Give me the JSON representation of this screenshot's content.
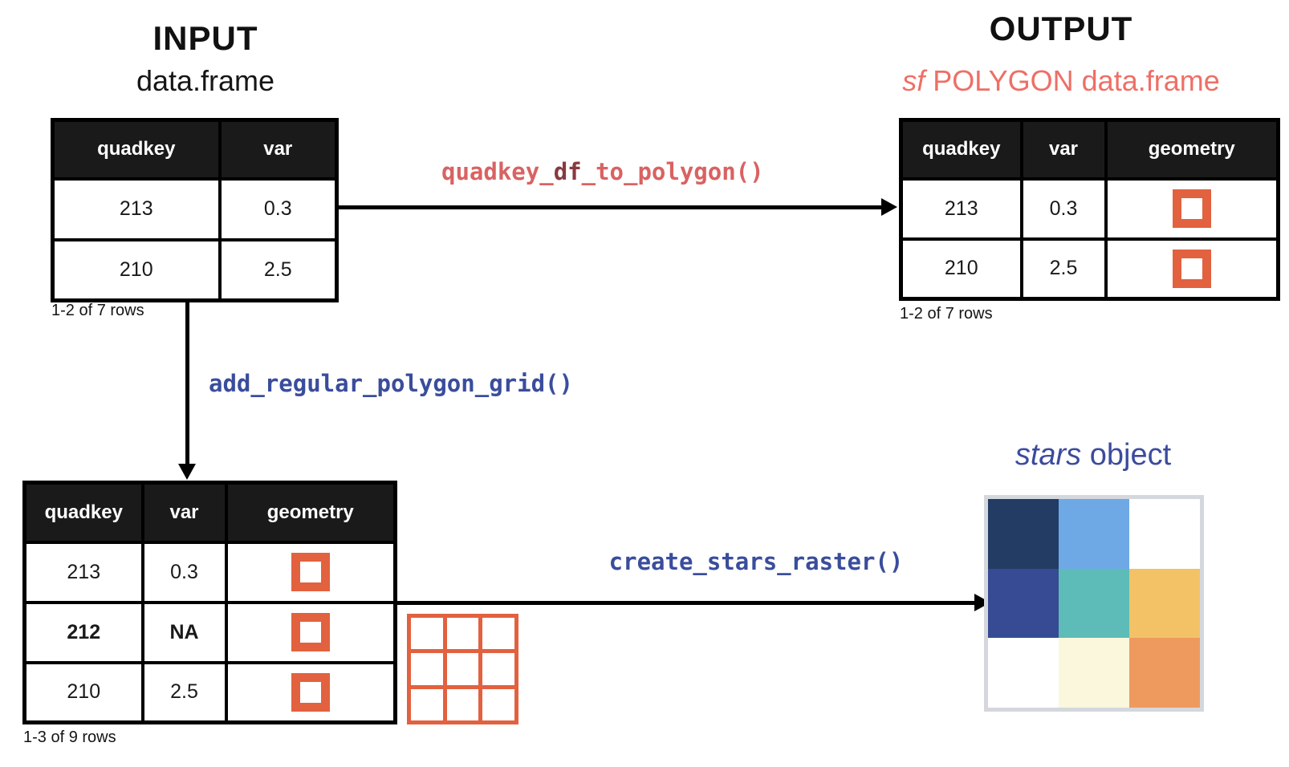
{
  "colors": {
    "coral_subtitle": "#ee6f66",
    "code_coral": "#d96262",
    "code_coral_dark": "#873a40",
    "code_blue": "#3a4d9c",
    "table_header_bg": "#1a1a1a",
    "geometry_icon_orange": "#e2613f",
    "raster_frame_gray": "#d4d8dd"
  },
  "input": {
    "title": "INPUT",
    "subtitle": "data.frame",
    "table": {
      "columns": [
        "quadkey",
        "var"
      ],
      "rows": [
        {
          "quadkey": "213",
          "var": "0.3"
        },
        {
          "quadkey": "210",
          "var": "2.5"
        }
      ],
      "caption": "1-2 of 7 rows"
    }
  },
  "output": {
    "title": "OUTPUT",
    "subtitle_italic": "sf",
    "subtitle_rest": " POLYGON data.frame",
    "table": {
      "columns": [
        "quadkey",
        "var",
        "geometry"
      ],
      "rows": [
        {
          "quadkey": "213",
          "var": "0.3",
          "geometry": "polygon-square-icon"
        },
        {
          "quadkey": "210",
          "var": "2.5",
          "geometry": "polygon-square-icon"
        }
      ],
      "caption": "1-2 of 7 rows"
    }
  },
  "grid_table": {
    "columns": [
      "quadkey",
      "var",
      "geometry"
    ],
    "rows": [
      {
        "quadkey": "213",
        "var": "0.3",
        "geometry": "polygon-square-icon",
        "bold": false
      },
      {
        "quadkey": "212",
        "var": "NA",
        "geometry": "polygon-square-icon",
        "bold": true
      },
      {
        "quadkey": "210",
        "var": "2.5",
        "geometry": "polygon-square-icon",
        "bold": false
      }
    ],
    "caption": "1-3 of 9 rows"
  },
  "functions": {
    "to_polygon_pre": "quadkey_",
    "to_polygon_mid": "df",
    "to_polygon_post": "_to_polygon()",
    "add_grid": "add_regular_polygon_grid()",
    "create_raster": "create_stars_raster()"
  },
  "stars": {
    "title_italic": "stars",
    "title_rest": " object",
    "raster_colors": [
      "#223c64",
      "#6ea9e5",
      "#ffffff",
      "#374a94",
      "#5dbcb7",
      "#f3c267",
      "#ffffff",
      "#faf7dd",
      "#ee9a5e"
    ]
  }
}
